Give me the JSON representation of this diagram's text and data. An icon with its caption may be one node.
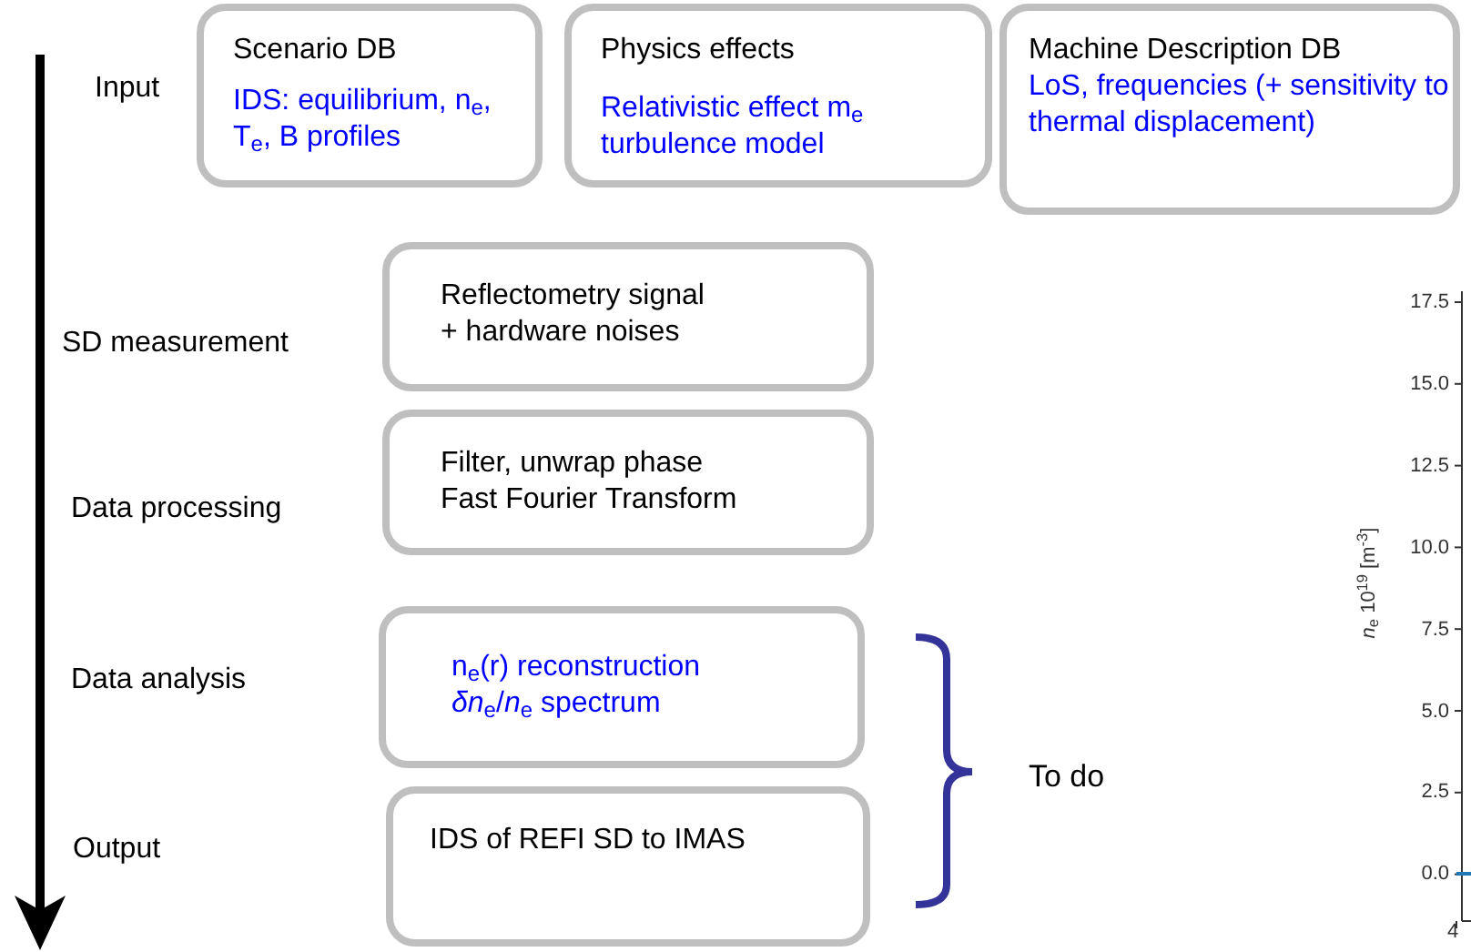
{
  "diagram": {
    "nodes": [
      {
        "text": [
          "Scenario DB",
          "IDS: equilibrium, n$_{e}$, T$_{e}$, B profiles"
        ]
      },
      {
        "text": [
          "Physics effects",
          "Relativistic effect m$_{e}$ turbulence model"
        ]
      },
      {
        "text": [
          "Machine Description DB",
          "LoS, frequencies (+ sensitivity to thermal displacement)"
        ]
      },
      {
        "text": [
          "Reflectometry signal",
          "+ hardware noises"
        ]
      },
      {
        "text": [
          "Filter, unwrap phase",
          "Fast Fourier Transform"
        ]
      },
      {
        "text": [
          "n$_{e}$(r) reconstruction",
          "*δn*$_{e}$/*n*$_{e}$ spectrum"
        ]
      },
      {
        "text": [
          "IDS of REFI SD to IMAS"
        ]
      }
    ],
    "edges": [],
    "labels": [
      "Input",
      "SD measurement",
      "Data processing",
      "Data analysis",
      "Output",
      "To do",
      "17.5",
      "15.0",
      "12.5",
      "10.0",
      "7.5",
      "5.0",
      "2.5",
      "0.0",
      "4",
      "*n*$_{e}$ 10$^{19}$ [m$^{-3}$]"
    ]
  }
}
